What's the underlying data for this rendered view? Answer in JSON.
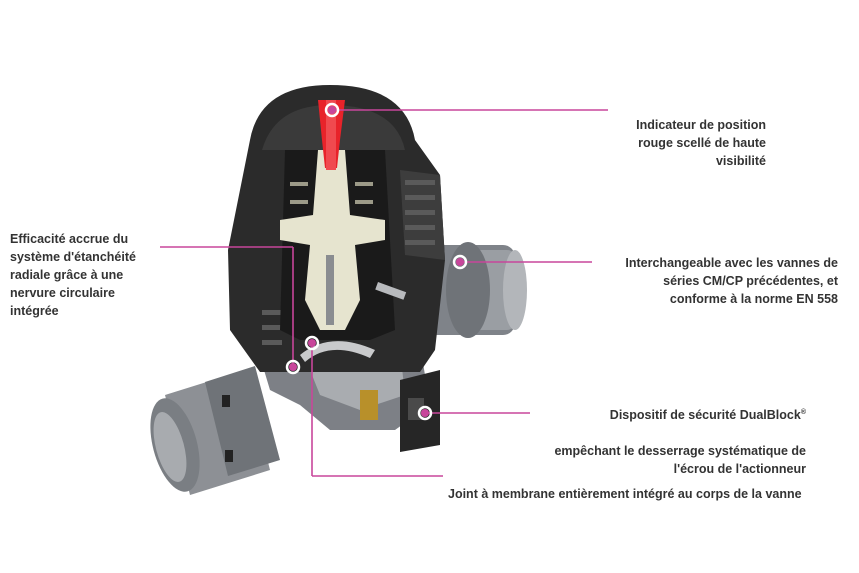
{
  "colors": {
    "accent": "#c8469b",
    "housing": "#2b2b2b",
    "insert": "#e6e4cf",
    "indicator": "#e8232a",
    "pipe": "#8d9095",
    "text": "#333333"
  },
  "callouts": {
    "indicator": "Indicateur de position\nrouge scellé de haute\nvisibilité",
    "sealing": "Efficacité accrue du\nsystème d'étanchéité\nradiale grâce à une\nnervure circulaire\nintégrée",
    "interchangeable": "Interchangeable avec les vannes de\nséries CM/CP précédentes, et\nconforme à la norme EN 558",
    "dualblock_main": "Dispositif de sécurité DualBlock",
    "dualblock_sup": "®",
    "dualblock_rest": "empêchant le desserrage systématique de\nl'écrou de l'actionneur",
    "membrane": "Joint à membrane entièrement intégré au corps de la vanne"
  }
}
